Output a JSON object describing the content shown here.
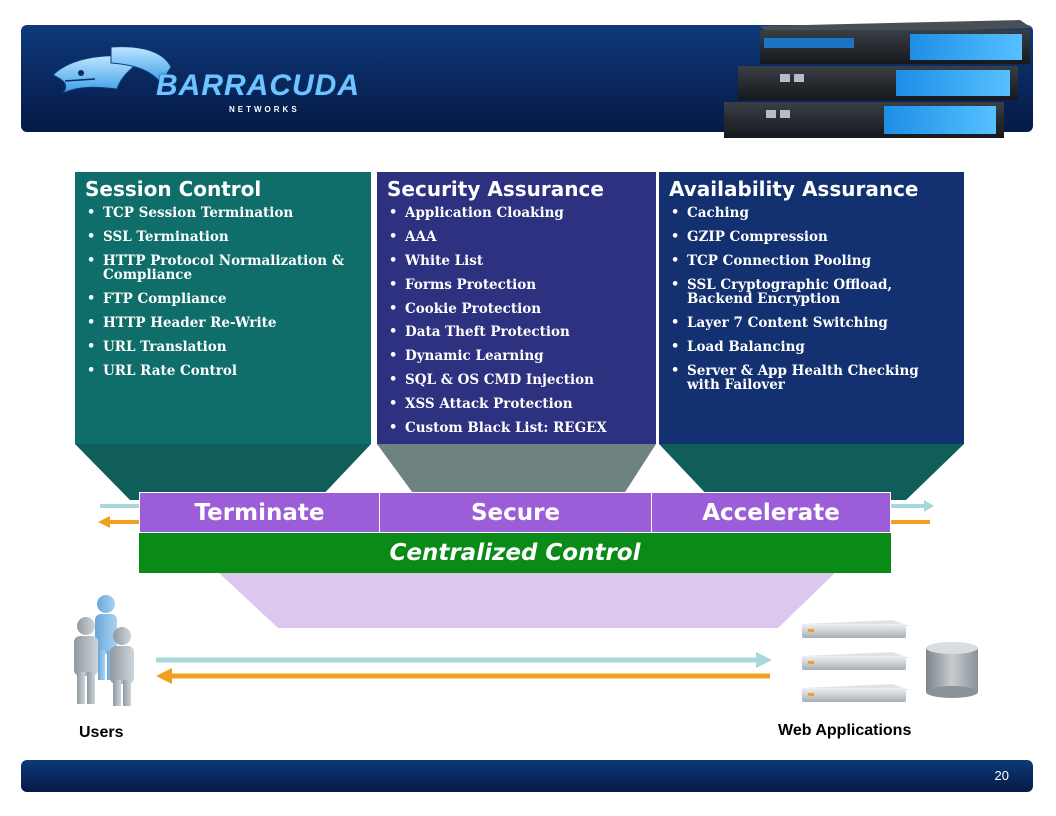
{
  "header": {
    "brand_name": "BARRACUDA",
    "brand_sub": "NETWORKS"
  },
  "columns": [
    {
      "title": "Session Control",
      "items": [
        "TCP Session Termination",
        "SSL Termination",
        "HTTP Protocol Normalization & Compliance",
        "FTP Compliance",
        "HTTP Header Re-Write",
        "URL Translation",
        "URL Rate Control"
      ]
    },
    {
      "title": "Security Assurance",
      "items": [
        "Application Cloaking",
        "AAA",
        "White List",
        "Forms Protection",
        "Cookie Protection",
        "Data Theft Protection",
        "Dynamic Learning",
        "SQL & OS CMD Injection",
        "XSS Attack Protection",
        "Custom Black List: REGEX"
      ]
    },
    {
      "title": "Availability Assurance",
      "items": [
        "Caching",
        "GZIP Compression",
        "TCP Connection Pooling",
        "SSL Cryptographic Offload, Backend Encryption",
        "Layer 7 Content Switching",
        "Load Balancing",
        "Server & App Health Checking with Failover"
      ]
    }
  ],
  "stages": {
    "terminate": "Terminate",
    "secure": "Secure",
    "accelerate": "Accelerate",
    "centralized": "Centralized Control"
  },
  "labels": {
    "users": "Users",
    "web_apps": "Web Applications"
  },
  "footer": {
    "page_number": "20"
  },
  "colors": {
    "session": "#0e6a66",
    "security": "#2d2f7e",
    "availability": "#132f6e",
    "stage_purple": "#9a5cd6",
    "centralized_green": "#0a8a14",
    "arrow_light": "#a8d8dc",
    "arrow_orange": "#f0a020"
  }
}
